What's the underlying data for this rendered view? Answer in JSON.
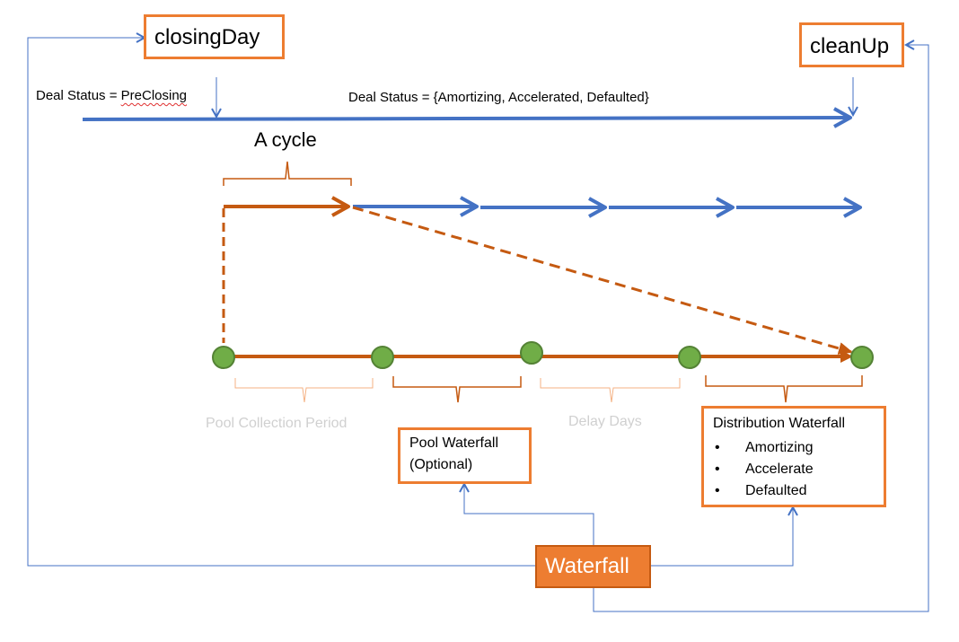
{
  "boxes": {
    "closing_day": "closingDay",
    "clean_up": "cleanUp",
    "waterfall": "Waterfall",
    "pool_waterfall": [
      "Pool Waterfall",
      "(Optional)"
    ],
    "distribution_waterfall": {
      "title": "Distribution Waterfall",
      "items": [
        "Amortizing",
        "Accelerate",
        "Defaulted"
      ]
    }
  },
  "status": {
    "pre_prefix": "Deal Status = ",
    "pre_value": "PreClosing",
    "main": "Deal Status = {Amortizing, Accelerated, Defaulted}"
  },
  "labels": {
    "cycle": "A cycle",
    "pool_collection_period": "Pool Collection Period",
    "delay_days": "Delay Days"
  },
  "colors": {
    "blue": "#4472C4",
    "orange": "#C55A11",
    "orange_box": "#ED7D31",
    "green": "#70AD47",
    "green_dark": "#548235",
    "faint": "#F4B183"
  }
}
